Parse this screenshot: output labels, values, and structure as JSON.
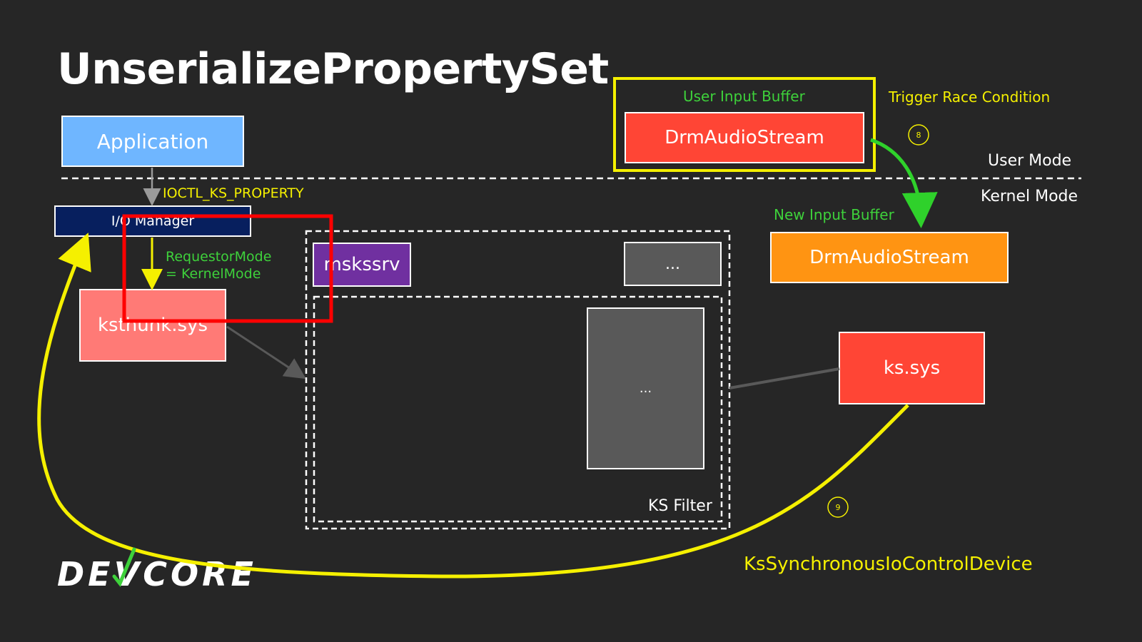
{
  "title": "UnserializePropertySet",
  "boxes": {
    "application": "Application",
    "io_manager": "I/O Manager",
    "ksthunk": "ksthunk.sys",
    "mskssrv": "mskssrv",
    "ellipsis_top": "...",
    "ellipsis_inner": "...",
    "drm_user": "DrmAudioStream",
    "drm_new": "DrmAudioStream",
    "kssys": "ks.sys"
  },
  "labels": {
    "ioctl": "IOCTL_KS_PROPERTY",
    "requestor_mode_1": "RequestorMode",
    "requestor_mode_2": "= KernelMode",
    "user_input_buffer": "User Input Buffer",
    "trigger_race": "Trigger Race Condition",
    "user_mode": "User Mode",
    "kernel_mode": "Kernel Mode",
    "new_input_buffer": "New Input Buffer",
    "ks_filter": "KS Filter",
    "ks_sync": "KsSynchronousIoControlDevice",
    "step_8": "8",
    "step_9": "9"
  },
  "logo": "DEVCORE",
  "colors": {
    "application": "#6fb6ff",
    "io_manager": "#071f5e",
    "ksthunk": "#ff7a76",
    "mskssrv": "#7030a0",
    "gray_box": "#595959",
    "drm_user": "#ff4535",
    "drm_new": "#ff9412",
    "kssys": "#ff4535",
    "highlight_yellow": "#f5f000",
    "highlight_red": "#ff0000",
    "arrow_green": "#2fd12b"
  }
}
